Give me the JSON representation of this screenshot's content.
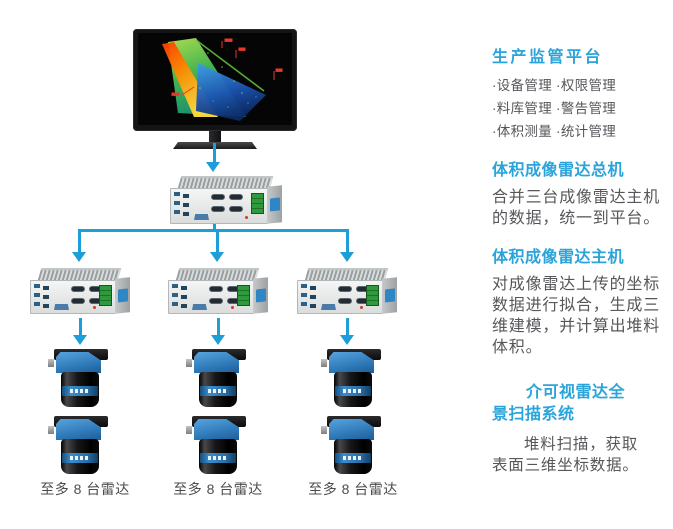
{
  "colors": {
    "accent_blue": "#2aa4da",
    "connector_blue": "#1e9ed9",
    "body_text": "#56575a",
    "label_text": "#4b4c4e"
  },
  "diagram": {
    "radar_count_labels": [
      "至多 8 台雷达",
      "至多 8 台雷达",
      "至多 8 台雷达"
    ]
  },
  "panel": {
    "sections": [
      {
        "title": "生产监管平台",
        "items": [
          "·设备管理 ·权限管理",
          "·料库管理 ·警告管理",
          "·体积测量 ·统计管理"
        ]
      },
      {
        "title": "体积成像雷达总机",
        "lines": [
          "合并三台成像雷达主机",
          "的数据，统一到平台。"
        ]
      },
      {
        "title": "体积成像雷达主机",
        "lines": [
          "对成像雷达上传的坐标",
          "数据进行拟合，生成三",
          "维建模，并计算出堆料",
          "体积。"
        ]
      },
      {
        "title_lines": [
          "介可视雷达全",
          "景扫描系统"
        ],
        "lines": [
          "堆料扫描，获取",
          "表面三维坐标数据。"
        ]
      }
    ]
  }
}
